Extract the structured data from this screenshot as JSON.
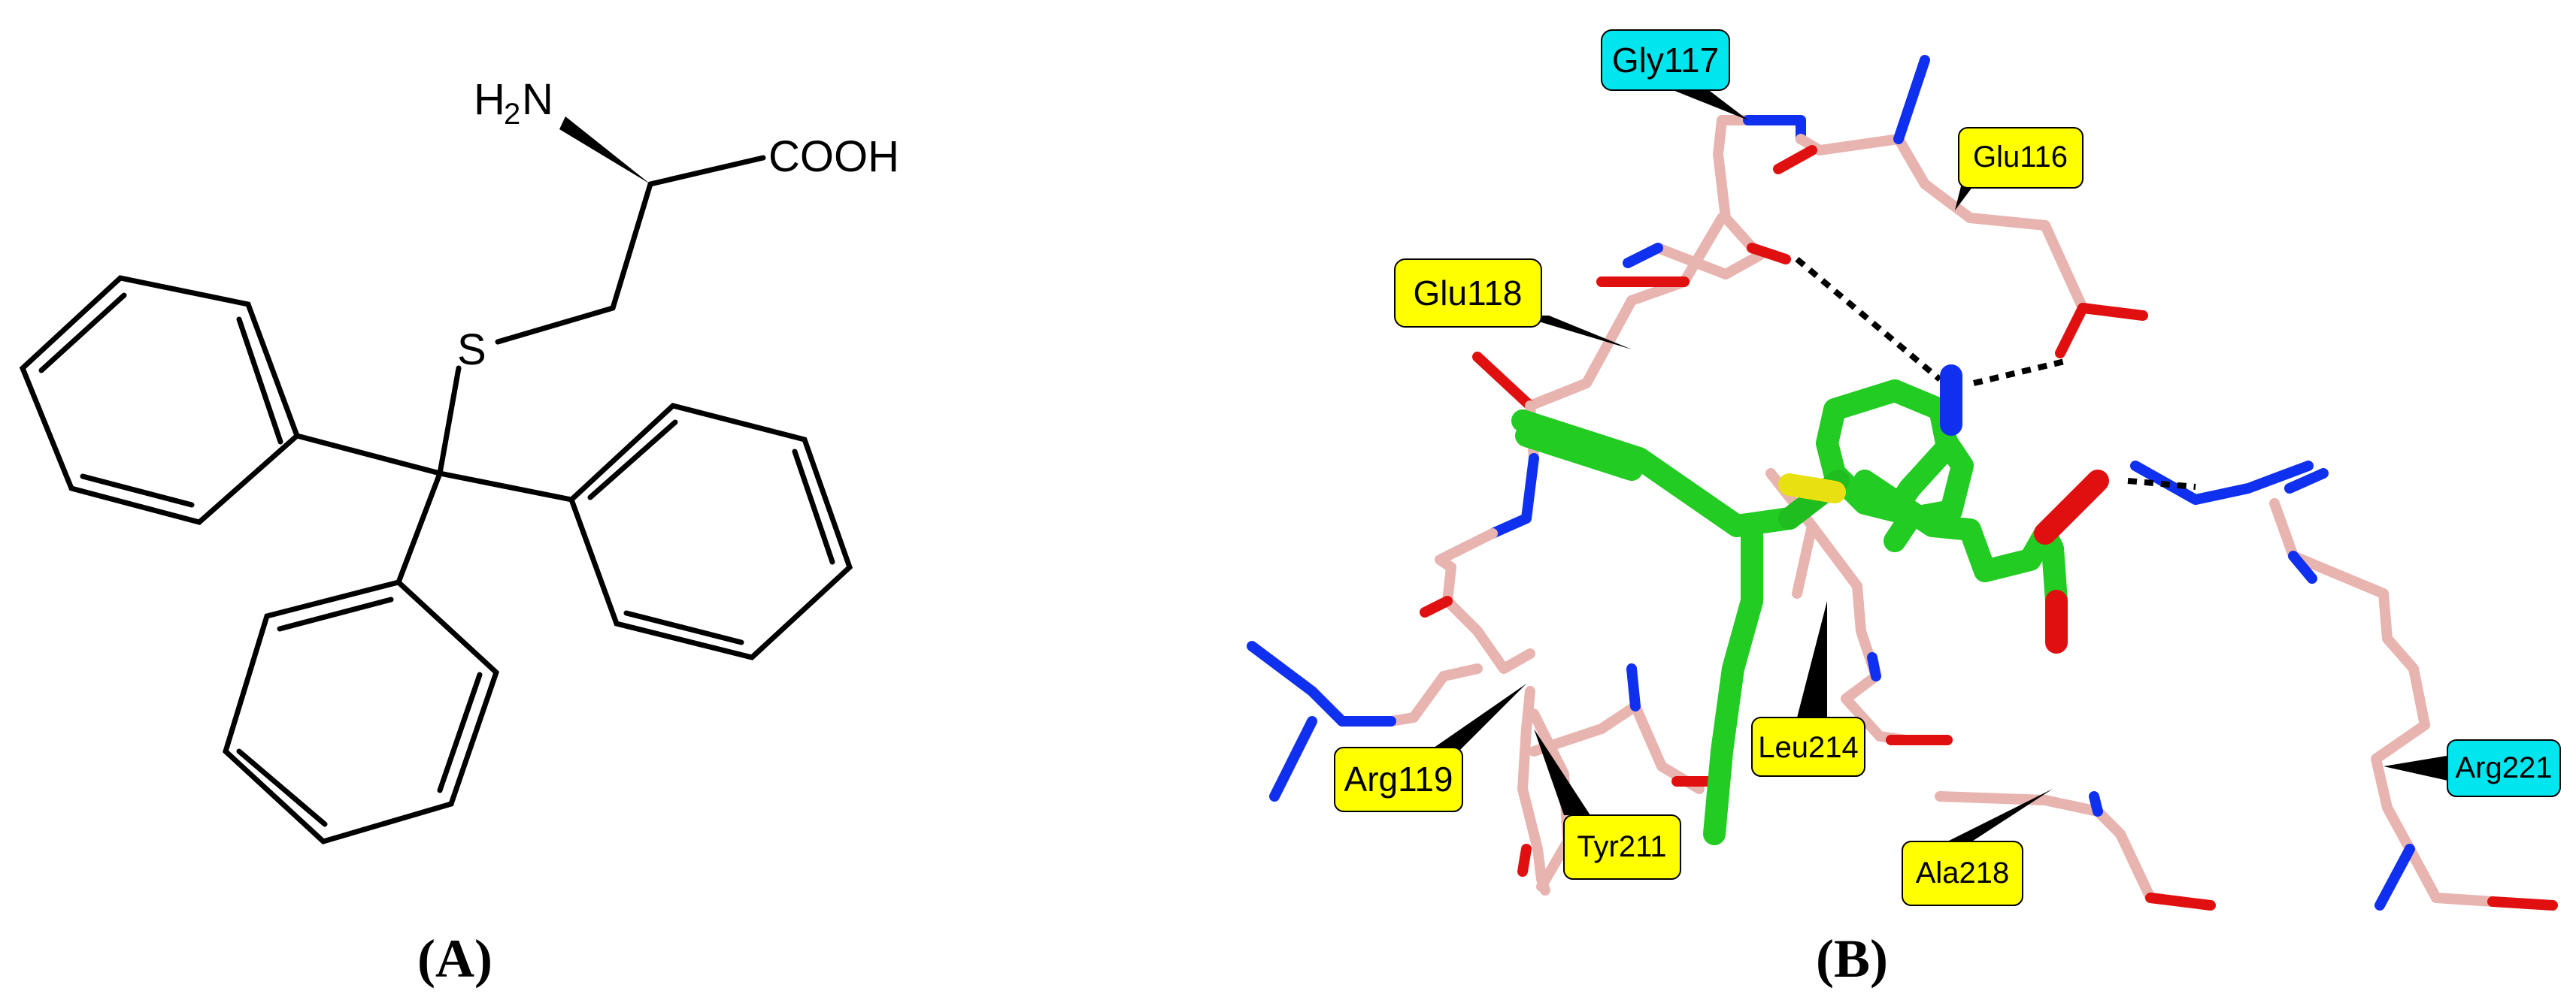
{
  "panels": {
    "a": {
      "caption": "(A)",
      "atoms": {
        "amine_main": "H",
        "amine_sub": "2",
        "amine_n": "N",
        "acid": "COOH",
        "sulfur": "S"
      }
    },
    "b": {
      "caption": "(B)",
      "residues": [
        {
          "name": "Gly117",
          "color": "#00E5EE"
        },
        {
          "name": "Glu116",
          "color": "#FFFF00"
        },
        {
          "name": "Glu118",
          "color": "#FFFF00"
        },
        {
          "name": "Arg119",
          "color": "#FFFF00"
        },
        {
          "name": "Tyr211",
          "color": "#FFFF00"
        },
        {
          "name": "Leu214",
          "color": "#FFFF00"
        },
        {
          "name": "Ala218",
          "color": "#FFFF00"
        },
        {
          "name": "Arg221",
          "color": "#00E5EE"
        }
      ]
    }
  },
  "colors": {
    "ligand_carbon": "#22CC22",
    "protein_carbon": "#E8B4B0",
    "nitrogen": "#1030F0",
    "oxygen": "#E01010",
    "sulfur": "#E8E010",
    "hbond": "#000000"
  }
}
